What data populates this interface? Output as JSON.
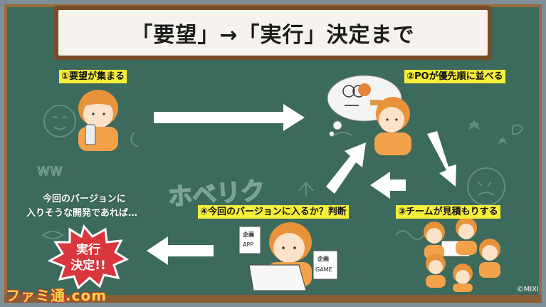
{
  "title": "「要望」→「実行」決定まで",
  "steps": {
    "s1": "①要望が集まる",
    "s2": "②POが優先順に並べる",
    "s3": "③チームが見積もりする",
    "s4": "④今回のバージョンに入るか？判断"
  },
  "note_lines": [
    "今回のバージョンに",
    "入りそうな開発であれば…"
  ],
  "burst": [
    "実行",
    "決定!!"
  ],
  "doc_app": {
    "label": "企画",
    "value": "APP"
  },
  "doc_game": {
    "label": "企画",
    "value": "GAME"
  },
  "chalk_text": "ホベリク",
  "chalk_ww": "ww",
  "logo": "ファミ通.com",
  "copyright": "©MIXI",
  "colors": {
    "board": "#3c6a5c",
    "label": "#f5ef3a",
    "burst": "#d9363e",
    "arrow": "#ffffff",
    "character_hair": "#e8923a"
  }
}
